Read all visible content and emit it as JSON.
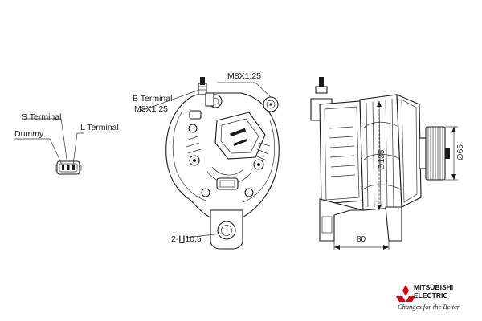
{
  "labels": {
    "s_terminal": "S Terminal",
    "dummy": "Dummy",
    "l_terminal": "L Terminal",
    "b_terminal": "B Terminal",
    "b_terminal_thread": "M8X1.25",
    "mount_thread": "M8X1.25",
    "holes": "2-∐10.5"
  },
  "dimensions": {
    "body_diameter": "∅135",
    "pulley_diameter": "∅65",
    "length": "80"
  },
  "brand": {
    "line1": "MITSUBISHI",
    "line2": "ELECTRIC",
    "tagline": "Changes for the Better",
    "color": "#d7000f"
  }
}
